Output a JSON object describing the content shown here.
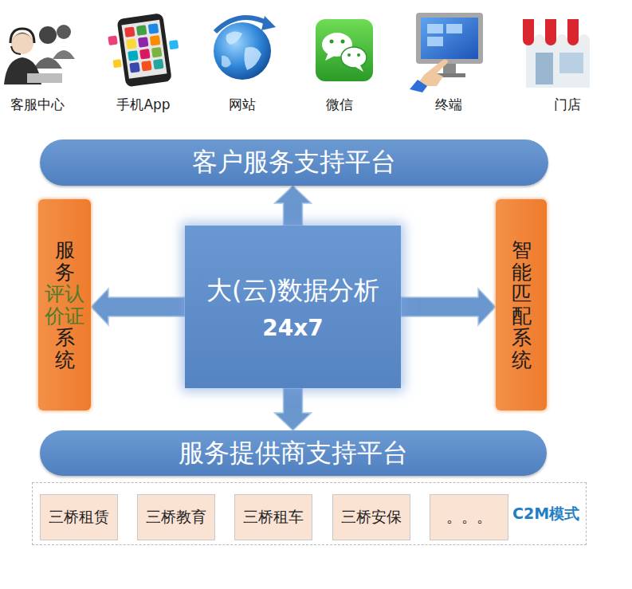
{
  "diagram": {
    "nodes": [
      {
        "text": [
          "客户服务支持平台"
        ]
      },
      {
        "text": [
          "服务",
          "评认价证",
          "系统"
        ]
      },
      {
        "text": [
          "大(云)数据分析",
          "24x7"
        ]
      },
      {
        "text": [
          "智能匹配系统"
        ]
      },
      {
        "text": [
          "服务提供商支持平台"
        ]
      },
      {
        "text": [
          "C2M模式"
        ]
      },
      {
        "text": [
          "三桥租赁"
        ],
        "in": 5
      },
      {
        "text": [
          "三桥教育"
        ],
        "in": 5
      },
      {
        "text": [
          "三桥租车"
        ],
        "in": 5
      },
      {
        "text": [
          "三桥安保"
        ],
        "in": 5
      },
      {
        "text": [
          "。。。"
        ],
        "in": 5
      }
    ],
    "edges": [
      {
        "from": 2,
        "to": 0,
        "arrow": "to"
      },
      {
        "from": 2,
        "to": 1,
        "arrow": "to"
      },
      {
        "from": 2,
        "to": 3,
        "arrow": "to"
      },
      {
        "from": 2,
        "to": 4,
        "arrow": "to"
      }
    ],
    "labels": [
      "客服中心",
      "手机App",
      "网站",
      "微信",
      "终端",
      "门店"
    ]
  }
}
